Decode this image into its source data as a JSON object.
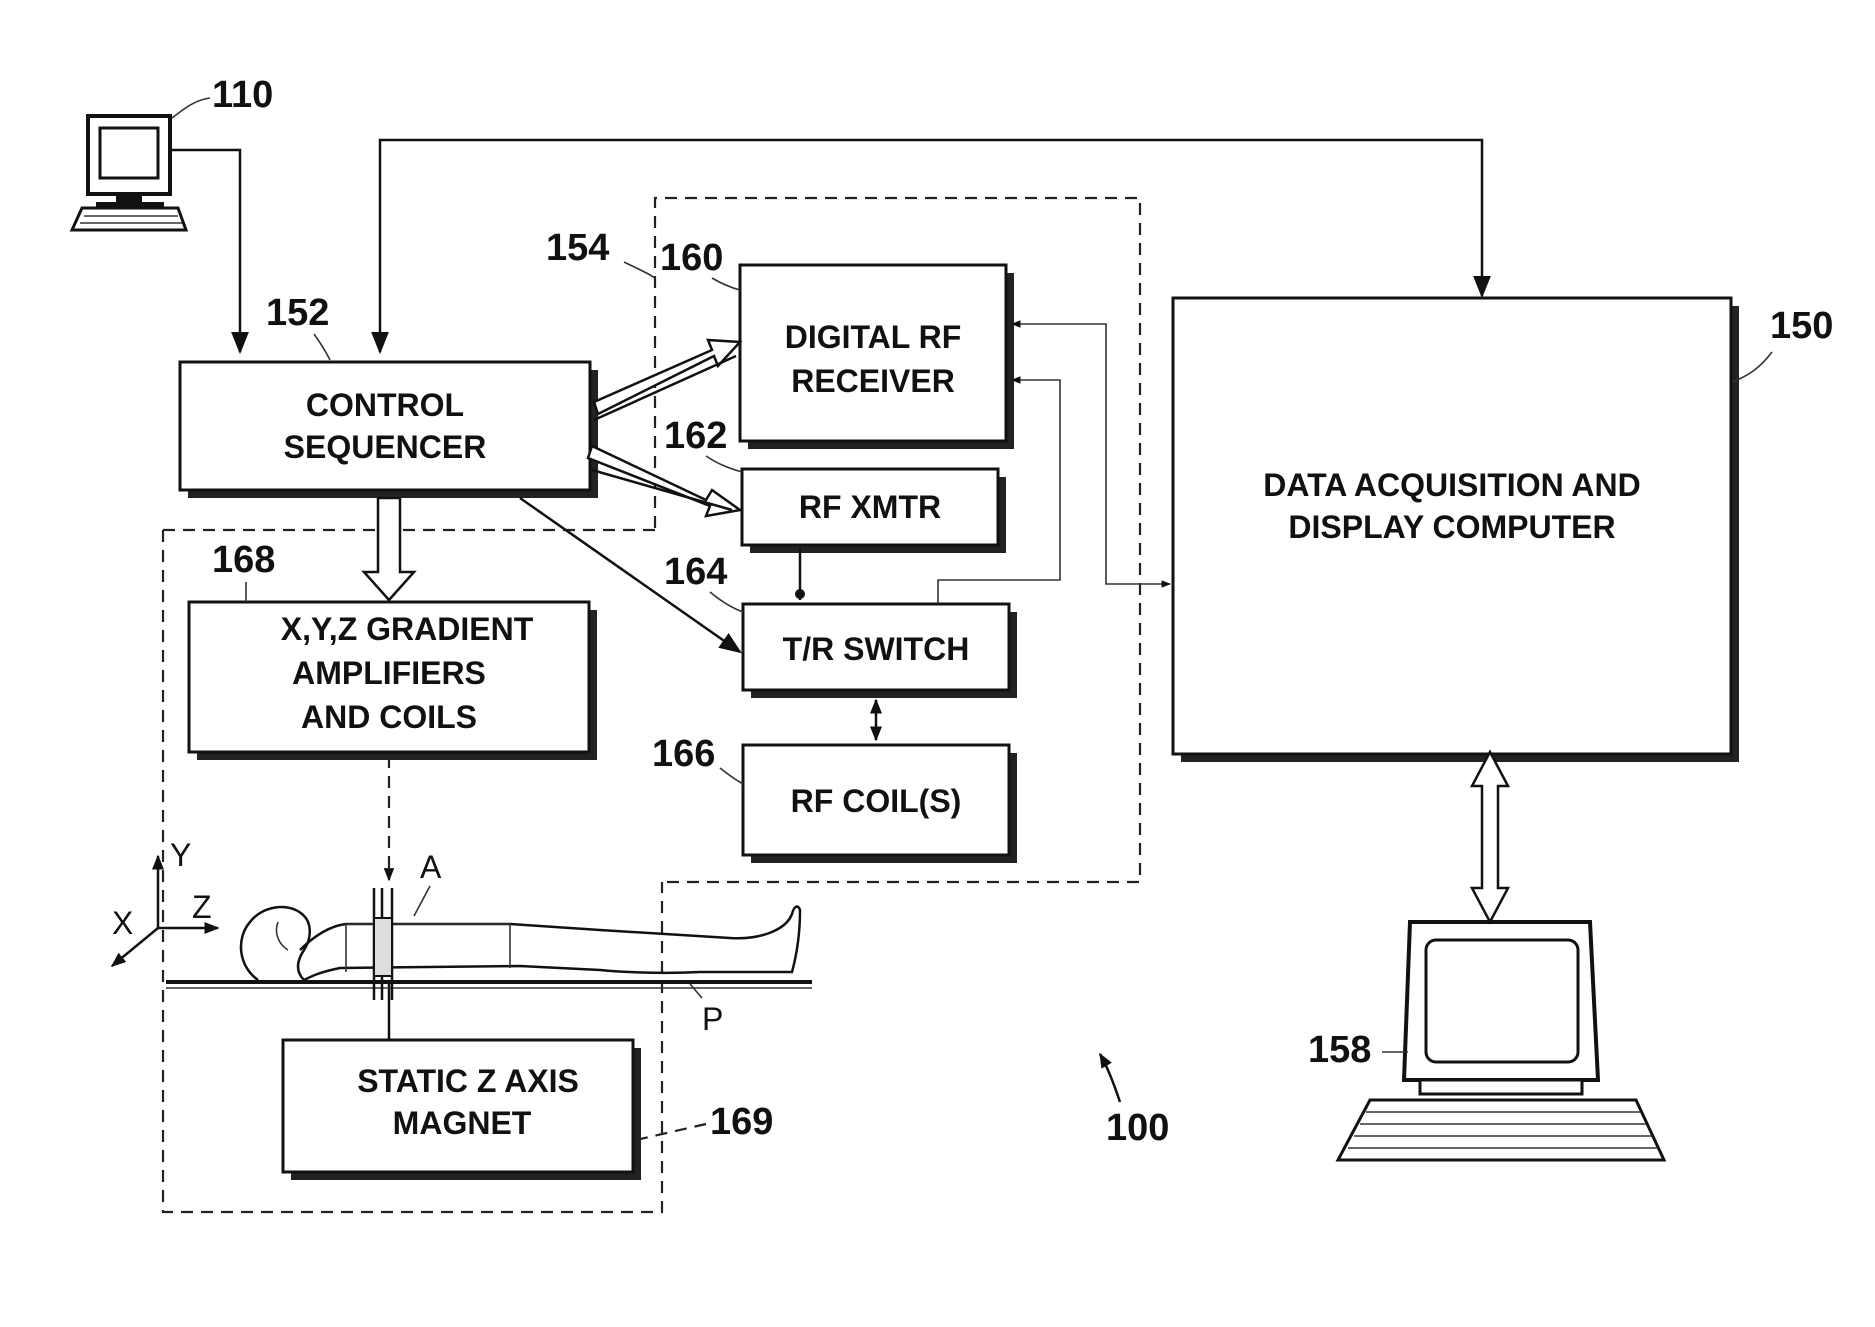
{
  "refs": {
    "r110": "110",
    "r152": "152",
    "r154": "154",
    "r160": "160",
    "r162": "162",
    "r164": "164",
    "r166": "166",
    "r168": "168",
    "r150": "150",
    "r158": "158",
    "r169": "169",
    "r100": "100"
  },
  "blocks": {
    "control_sequencer": [
      "CONTROL",
      "SEQUENCER"
    ],
    "digital_rf_receiver": [
      "DIGITAL RF",
      "RECEIVER"
    ],
    "rf_xmtr": [
      "RF XMTR"
    ],
    "tr_switch": [
      "T/R SWITCH"
    ],
    "rf_coils": [
      "RF COIL(S)"
    ],
    "gradient": [
      "X,Y,Z GRADIENT",
      "AMPLIFIERS",
      "AND COILS"
    ],
    "magnet": [
      "STATIC Z AXIS",
      "MAGNET"
    ],
    "daq": [
      "DATA ACQUISITION AND",
      "DISPLAY COMPUTER"
    ]
  },
  "axes": {
    "x": "X",
    "y": "Y",
    "z": "Z"
  },
  "markers": {
    "a": "A",
    "p": "P"
  }
}
